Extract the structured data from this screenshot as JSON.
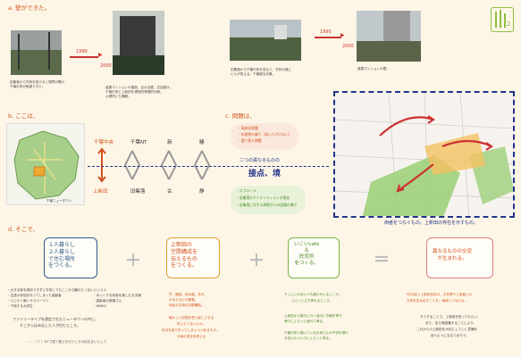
{
  "section_a": {
    "title": "a. 壁ができた。",
    "year_from": "1990",
    "year_to": "2000",
    "cap1": "旧集落から竹林を抜けると視界が開け",
    "cap1b": "千葉中央が眺望できた。",
    "cap2": "高層マンションの建設、巨大な壁。圧迫感大。",
    "cap2b": "千葉中央と上新田を視覚的物理的分断。",
    "cap2c": "心理的にも隔絶。",
    "cap3": "旧集落から千葉中央を見ると、竹林の奥に",
    "cap3b": "ビルが見える。千葉園な光景。",
    "cap4": "高層マンションの壁。"
  },
  "section_b": {
    "title": "b. ここは、",
    "map_label": "千葉ニュータウン",
    "top_row": [
      "千葉中央",
      "千葉NT",
      "新",
      "騒"
    ],
    "bottom_row": [
      "上新田",
      "旧集落",
      "古",
      "静"
    ],
    "two_things": "二つの異なるものの",
    "setten": "接点、境"
  },
  "section_c": {
    "title": "c. 問題は、",
    "problems_top": [
      "・高齢化問題",
      "・年齢層の偏り（若い人が少ない）",
      "・建て替え問題"
    ],
    "problems_bottom": [
      "・スプロール",
      "・旧集落のアイデンティティの喪失",
      "・旧集落に対する周囲からの認識の薄さ"
    ],
    "map_caption": "両者をつなぐもの。上新田の存在を示すもの。"
  },
  "section_d": {
    "title": "d. そこで、",
    "box1": "１人暮らし\n２人暮らし\nで住む場所\nをつくる。",
    "box2": "上新田の\n空間構成を\n伝えるもの\nをつくる。",
    "box3": "いこいcafe\n＆\n託児所\nをつくる。",
    "box4": "異なるものの交流\nが生まれる。",
    "plus": "＋",
    "equals": "＝",
    "list1": [
      "・大きな家を維持できずに手放してもここから離れたくないという人",
      "・生涯の伴侶を失ってしまった高齢者",
      "・とにかく働くサラリーマン",
      "・下宿する大学生"
    ],
    "list1b": [
      "・ゆっくりを老後を楽しむ夫夫婦",
      "・高齢者の新婚さん",
      "・DINKS"
    ],
    "note1a": "ファミリータイプを想定されたニュータウンの中に、",
    "note1b": "そこからはみ出した人が住むところ。",
    "note1c": "・・・（？）NTで建て替えを行うときの仮住まいとして",
    "note2a": "竹、棚田、用水路、井戸、",
    "note2b": "かまどなどの要素。",
    "note2c": "地区の共用の空間構成。",
    "note2d": "懐かしい記憶を思い起こさせる",
    "note2e": "失いたくないもの。",
    "note2f": "年月を経て失ってしまいつつあるもの。",
    "note2g": "今後の変化を考える",
    "note3a": "そこにいけばいつも誰かがいるところ。",
    "note3b": "ふらっと立ち寄れるところ。",
    "note3c": "上新田から集中に行く途中に不親を寄り",
    "note3d": "帰りにふらっと遊れて帰る。",
    "note3e": "千葉中央で働いているお母さんが子供を預け",
    "note3f": "お迎えのついでにふらっと帰る。",
    "note4a": "NT住民と上新田住民の、お年寄りと若者との",
    "note4b": "交流を生み出すことを、地域とつなげる。",
    "note4c": "そうすることで、上新田を知ってもらい、",
    "note4d": "また、自ら再認識することにより、",
    "note4e": "これからの上新田を大切にしていく意識を",
    "note4f": "持つようになるであろう。"
  },
  "logo_number": "2"
}
